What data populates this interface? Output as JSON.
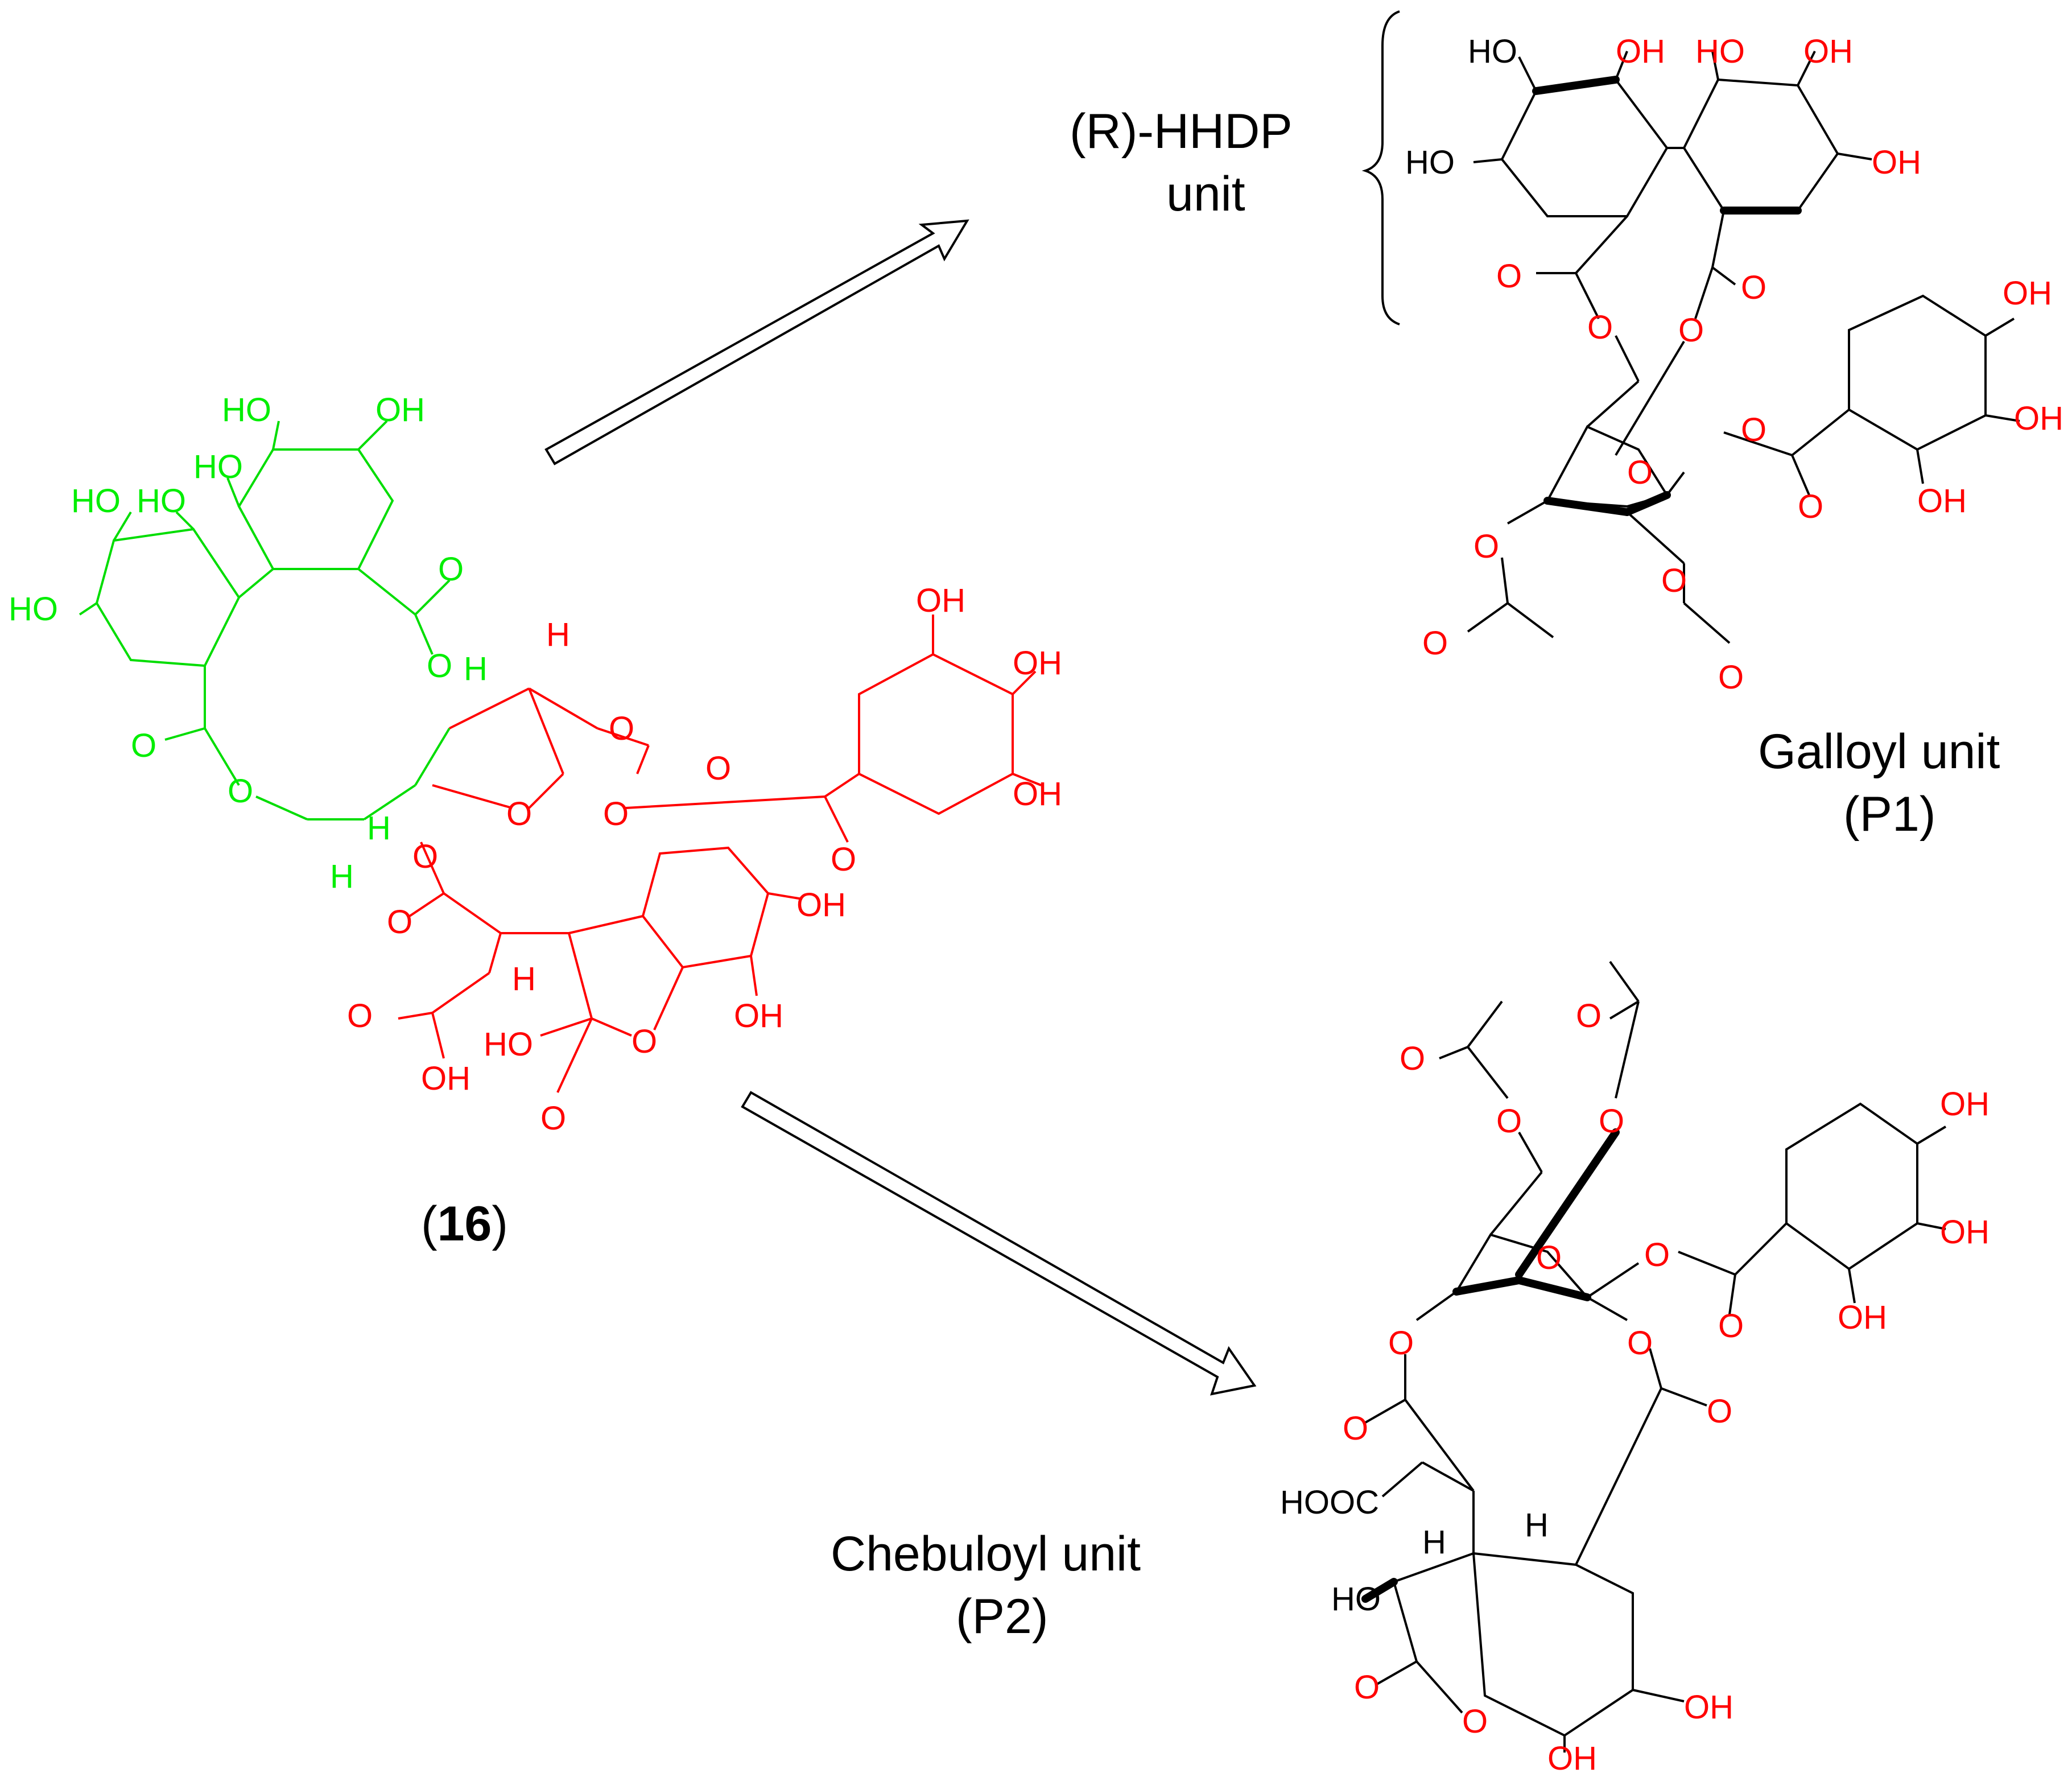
{
  "compound": {
    "label_open": "(",
    "label_num": "16",
    "label_close": ")"
  },
  "units": {
    "hhdp": {
      "line1": "(R)-HHDP",
      "line2": "unit"
    },
    "galloyl": {
      "line1": "Galloyl unit",
      "line2": "(P1)"
    },
    "chebuloyl": {
      "line1": "Chebuloyl unit",
      "line2": "(P2)"
    }
  },
  "atoms": {
    "HO": "HO",
    "OH": "OH",
    "O": "O",
    "H": "H",
    "HOOC": "HOOC",
    "OHHO": "OH HO"
  },
  "colors": {
    "hhdp_part": "#00dd00",
    "other_part": "#ff0000",
    "product": "#000000"
  }
}
